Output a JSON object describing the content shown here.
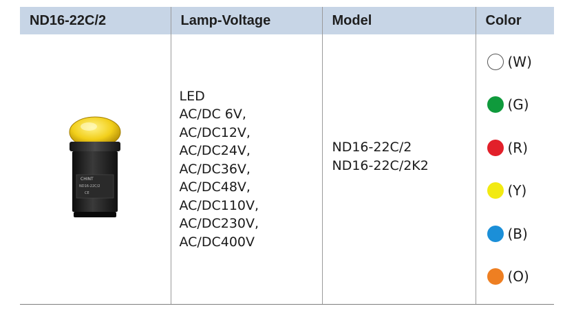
{
  "headers": [
    "ND16-22C/2",
    "Lamp-Voltage",
    "Model",
    "Color"
  ],
  "lamp_voltage": [
    "LED",
    "AC/DC 6V,",
    "AC/DC12V,",
    "AC/DC24V,",
    "AC/DC36V,",
    "AC/DC48V,",
    "AC/DC110V,",
    "AC/DC230V,",
    "AC/DC400V"
  ],
  "models": [
    "ND16-22C/2",
    "ND16-22C/2K2"
  ],
  "colors": [
    {
      "label": "(W)",
      "hex": "#ffffff"
    },
    {
      "label": "(G)",
      "hex": "#0f9a3c"
    },
    {
      "label": "(R)",
      "hex": "#e2202a"
    },
    {
      "label": "(Y)",
      "hex": "#f2ea12"
    },
    {
      "label": "(B)",
      "hex": "#1b8fd8"
    },
    {
      "label": "(O)",
      "hex": "#ee7f22"
    }
  ],
  "product_image": {
    "lens_color": "#f2cf1a",
    "body_color": "#1c1c1c"
  },
  "product_image_text": [
    "CHINT",
    "ND16-22C/2",
    "CE"
  ]
}
